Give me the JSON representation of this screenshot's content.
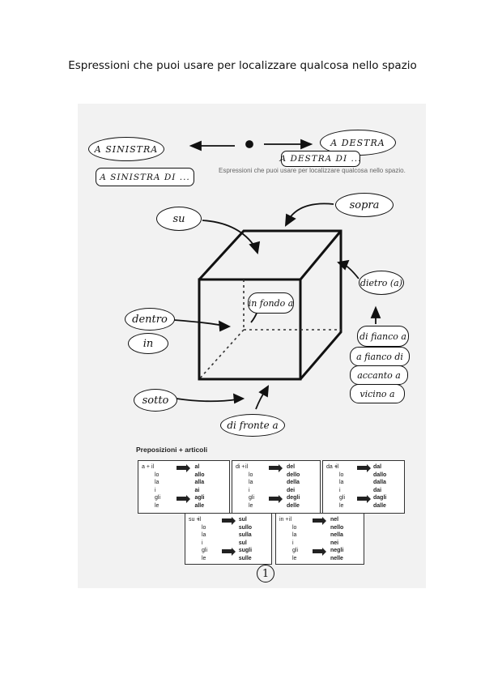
{
  "title": "Espressioni che puoi usare per localizzare qualcosa nello spazio",
  "worksheet": {
    "printed_caption": "Espressioni che puoi usare per localizzare qualcosa nello spazio.",
    "labels": {
      "a_sinistra": "A SINISTRA",
      "a_destra": "A DESTRA",
      "a_destra_di": "A DESTRA DI ...",
      "a_sinistra_di": "A SINISTRA DI ...",
      "su": "su",
      "sopra": "sopra",
      "dietro": "dietro (a)",
      "in_fondo": "in fondo a",
      "dentro": "dentro",
      "in": "in",
      "di_fianco": "di fianco a",
      "a_fianco": "a fianco di",
      "accanto": "accanto a",
      "vicino": "vicino a",
      "sotto": "sotto",
      "di_fronte": "di fronte a"
    },
    "prepositions_heading": "Preposizioni + articoli",
    "tables": [
      {
        "prep": "a +",
        "articles": [
          "il",
          "lo",
          "la",
          "i",
          "gli",
          "le"
        ],
        "results": [
          "al",
          "allo",
          "alla",
          "ai",
          "agli",
          "alle"
        ]
      },
      {
        "prep": "di +",
        "articles": [
          "il",
          "lo",
          "la",
          "i",
          "gli",
          "le"
        ],
        "results": [
          "del",
          "dello",
          "della",
          "dei",
          "degli",
          "delle"
        ]
      },
      {
        "prep": "da +",
        "articles": [
          "il",
          "lo",
          "la",
          "i",
          "gli",
          "le"
        ],
        "results": [
          "dal",
          "dallo",
          "dalla",
          "dai",
          "dagli",
          "dalle"
        ]
      },
      {
        "prep": "su +",
        "articles": [
          "il",
          "lo",
          "la",
          "i",
          "gli",
          "le"
        ],
        "results": [
          "sul",
          "sullo",
          "sulla",
          "sul",
          "sugli",
          "sulle"
        ]
      },
      {
        "prep": "in +",
        "articles": [
          "il",
          "lo",
          "la",
          "i",
          "gli",
          "le"
        ],
        "results": [
          "nel",
          "nello",
          "nella",
          "nei",
          "negli",
          "nelle"
        ]
      }
    ],
    "page_number": "1"
  }
}
